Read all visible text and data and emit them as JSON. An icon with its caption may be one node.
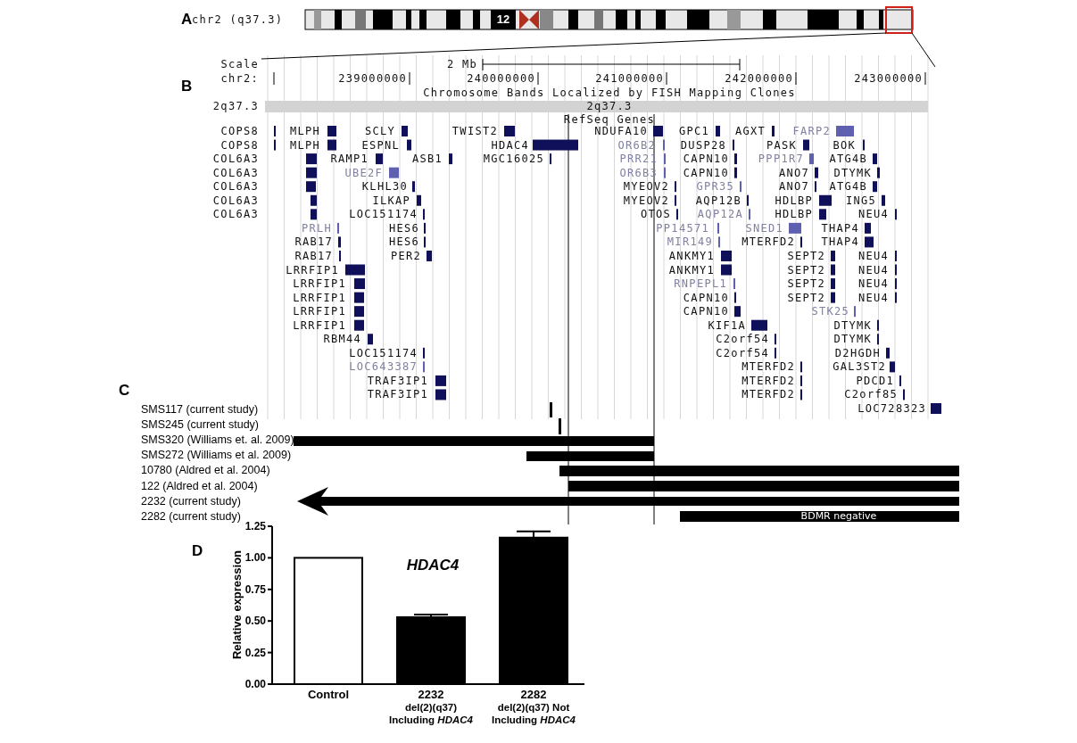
{
  "diagram": {
    "labels": [
      "A",
      "chr2 (q37.3)",
      "12",
      "Scale",
      "2 Mb",
      "chr2:",
      "239000000",
      "240000000",
      "241000000",
      "242000000",
      "243000000",
      "B",
      "Chromosome Bands Localized by FISH Mapping Clones",
      "2q37.3",
      "2q37.3",
      "RefSeq Genes",
      "COPS8",
      "MLPH",
      "SCLY",
      "TWIST2",
      "NDUFA10",
      "GPC1",
      "AGXT",
      "FARP2",
      "COPS8",
      "MLPH",
      "ESPNL",
      "HDAC4",
      "OR6B2",
      "DUSP28",
      "PASK",
      "BOK",
      "COL6A3",
      "RAMP1",
      "ASB1",
      "MGC16025",
      "PRR21",
      "CAPN10",
      "PPP1R7",
      "ATG4B",
      "COL6A3",
      "UBE2F",
      "OR6B3",
      "CAPN10",
      "ANO7",
      "DTYMK",
      "COL6A3",
      "KLHL30",
      "MYEOV2",
      "GPR35",
      "ANO7",
      "ATG4B",
      "COL6A3",
      "ILKAP",
      "MYEOV2",
      "AQP12B",
      "HDLBP",
      "ING5",
      "COL6A3",
      "LOC151174",
      "OTOS",
      "AQP12A",
      "HDLBP",
      "NEU4",
      "PRLH",
      "HES6",
      "PP14571",
      "SNED1",
      "THAP4",
      "RAB17",
      "HES6",
      "MIR149",
      "MTERFD2",
      "THAP4",
      "RAB17",
      "PER2",
      "ANKMY1",
      "SEPT2",
      "NEU4",
      "LRRFIP1",
      "ANKMY1",
      "SEPT2",
      "NEU4",
      "LRRFIP1",
      "RNPEPL1",
      "SEPT2",
      "NEU4",
      "LRRFIP1",
      "CAPN10",
      "SEPT2",
      "NEU4",
      "LRRFIP1",
      "CAPN10",
      "STK25",
      "LRRFIP1",
      "KIF1A",
      "DTYMK",
      "RBM44",
      "C2orf54",
      "DTYMK",
      "LOC151174",
      "C2orf54",
      "D2HGDH",
      "LOC643387",
      "MTERFD2",
      "GAL3ST2",
      "TRAF3IP1",
      "MTERFD2",
      "PDCD1",
      "TRAF3IP1",
      "MTERFD2",
      "C2orf85",
      "LOC728323",
      "C",
      "SMS117 (current study)",
      "SMS245 (current study)",
      "SMS320 (Williams et. al. 2009)",
      "SMS272 (Williams et al. 2009)",
      "10780 (Aldred et al. 2004)",
      "122 (Aldred et al. 2004)",
      "2232 (current study)",
      "2282 (current study)",
      "BDMR negative",
      "D"
    ],
    "chart_data": {
      "type": "bar",
      "title": "HDAC4",
      "ylabel": "Relative expression",
      "categories": [
        "Control",
        "2232 del(2)(q37) Including *HDAC4*",
        "2282 del(2)(q37) Not Including *HDAC4*"
      ],
      "series": [
        {
          "values": [
            1.0,
            0.53,
            1.16
          ],
          "errors": [
            null,
            0.02,
            0.05
          ]
        }
      ],
      "ylim": [
        0,
        1.25
      ],
      "yticks": [
        {
          "value": 0,
          "label": "0.00"
        },
        {
          "value": 0.25,
          "label": "0.25"
        },
        {
          "value": 0.5,
          "label": "0.50"
        },
        {
          "value": 0.75,
          "label": "0.75"
        },
        {
          "value": 1.0,
          "label": "1.00"
        },
        {
          "value": 1.25,
          "label": "1.25"
        }
      ]
    }
  }
}
